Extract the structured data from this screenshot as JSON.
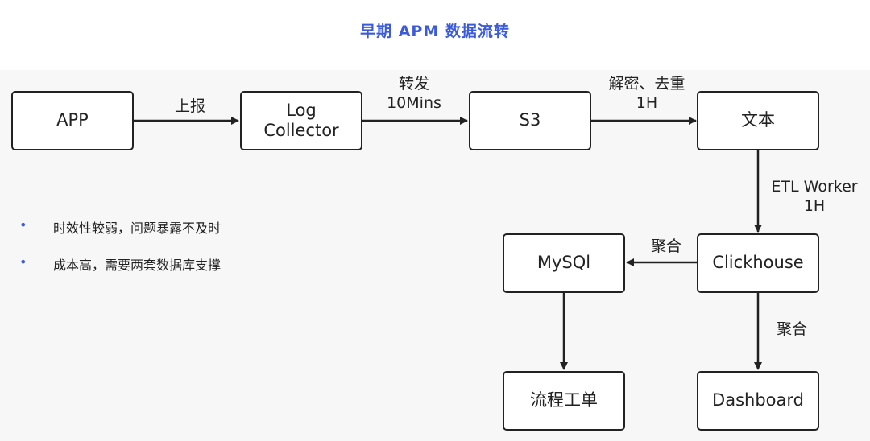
{
  "title": "早期 APM 数据流转",
  "nodes": {
    "app": "APP",
    "log_collector": "Log\nCollector",
    "s3": "S3",
    "text": "文本",
    "clickhouse": "Clickhouse",
    "mysql": "MySQl",
    "workflow": "流程工单",
    "dashboard": "Dashboard"
  },
  "edges": {
    "app_to_log": "上报",
    "log_to_s3": "转发\n10Mins",
    "s3_to_text": "解密、去重\n1H",
    "text_to_clickhouse": "ETL Worker\n1H",
    "clickhouse_to_mysql": "聚合",
    "clickhouse_to_dashboard": "聚合"
  },
  "bullets": [
    "时效性较弱，问题暴露不及时",
    "成本高，需要两套数据库支撑"
  ],
  "bullet_symbol": "•"
}
